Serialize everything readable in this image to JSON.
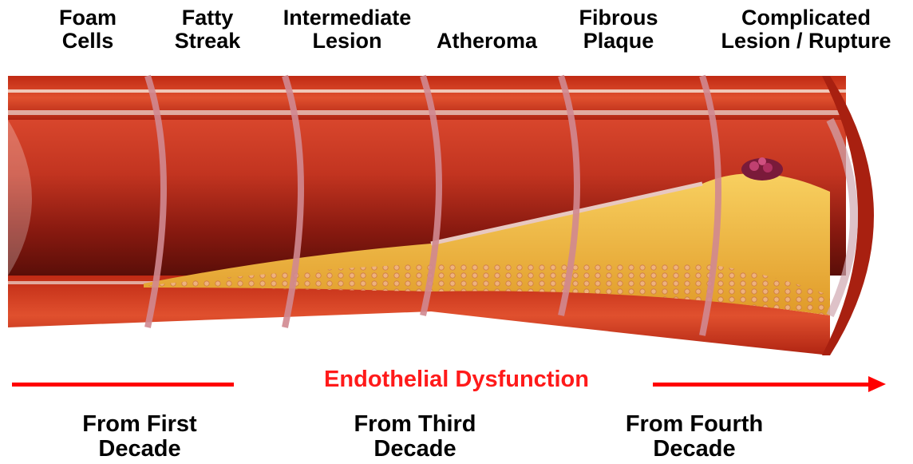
{
  "stages": [
    {
      "label": "Foam\nCells"
    },
    {
      "label": "Fatty\nStreak"
    },
    {
      "label": "Intermediate\nLesion"
    },
    {
      "label": "Atheroma"
    },
    {
      "label": "Fibrous\nPlaque"
    },
    {
      "label": "Complicated\nLesion / Rupture"
    }
  ],
  "process": {
    "label": "Endothelial Dysfunction"
  },
  "timeline": [
    {
      "label": "From First\nDecade"
    },
    {
      "label": "From Third\nDecade"
    },
    {
      "label": "From Fourth\nDecade"
    }
  ],
  "colors": {
    "process": "#ff1a1a",
    "arrow": "#ff0000",
    "vessel_wall": "#c8321c",
    "lumen": "#9c1e10",
    "plaque": "#f2b43a",
    "endothelium": "#e8c8c0"
  }
}
